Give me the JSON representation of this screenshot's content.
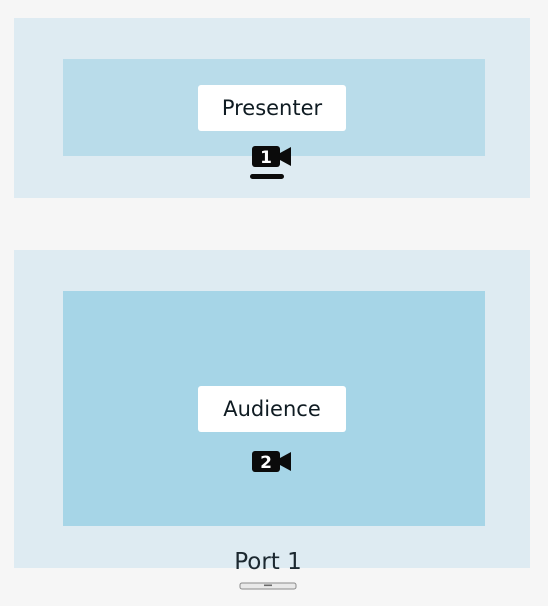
{
  "layout": {
    "presenter_zone": {
      "label": "Presenter",
      "camera_number": "1",
      "zone_color": "#deebf2",
      "inner_color": "#b9dcea"
    },
    "audience_zone": {
      "label": "Audience",
      "camera_number": "2",
      "zone_color": "#deebf2",
      "inner_color": "#a6d5e7"
    }
  },
  "device": {
    "port_label": "Port 1",
    "icon": "soundbar-icon"
  }
}
